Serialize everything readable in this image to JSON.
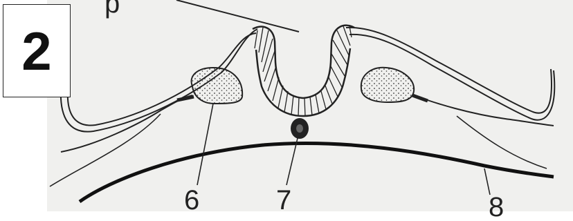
{
  "panel_number": "2",
  "labels": {
    "top_label": "p",
    "ganglion": "6",
    "notochord": "7",
    "endoderm_line": "8"
  },
  "colors": {
    "ink": "#222222",
    "paper": "#f0f0ee",
    "background": "#ffffff"
  }
}
